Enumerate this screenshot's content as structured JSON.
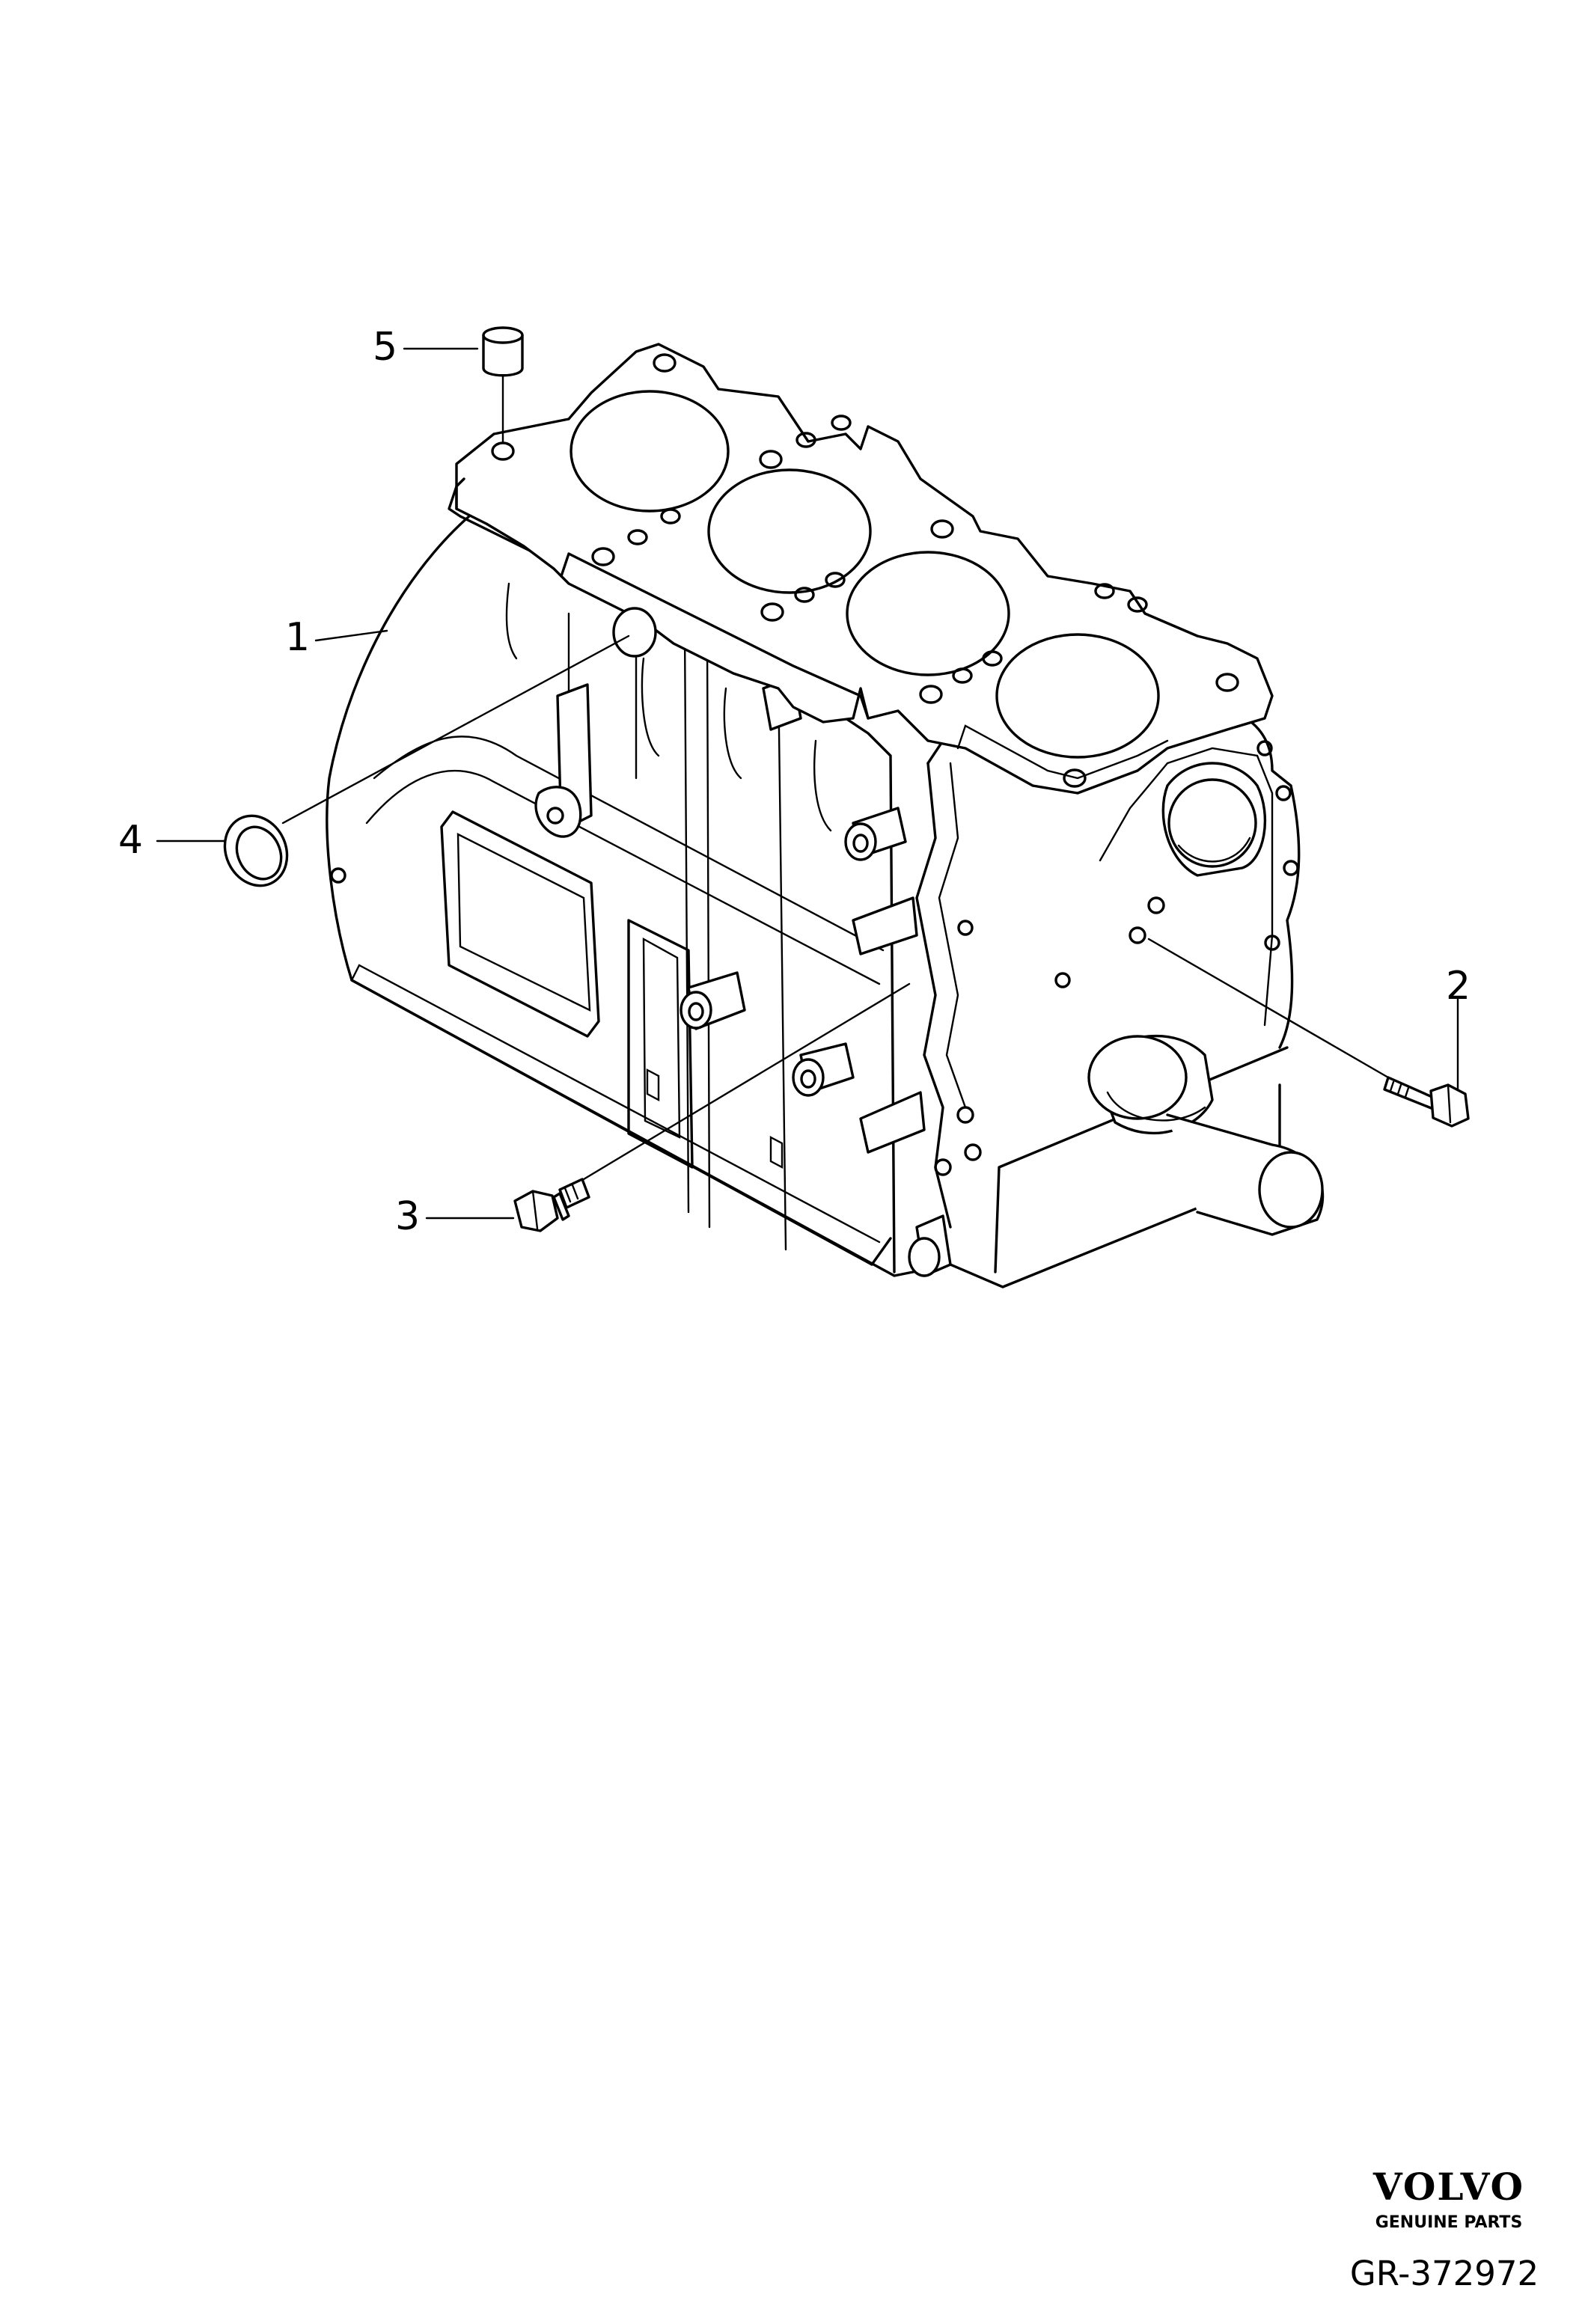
{
  "callouts": [
    {
      "number": "1",
      "part": "cylinder block"
    },
    {
      "number": "2",
      "part": "bolt"
    },
    {
      "number": "3",
      "part": "drain plug"
    },
    {
      "number": "4",
      "part": "seal ring"
    },
    {
      "number": "5",
      "part": "guide pin"
    }
  ],
  "brand": {
    "logo_text": "VOLVO",
    "tagline": "GENUINE PARTS"
  },
  "figure_id": "GR-372972"
}
